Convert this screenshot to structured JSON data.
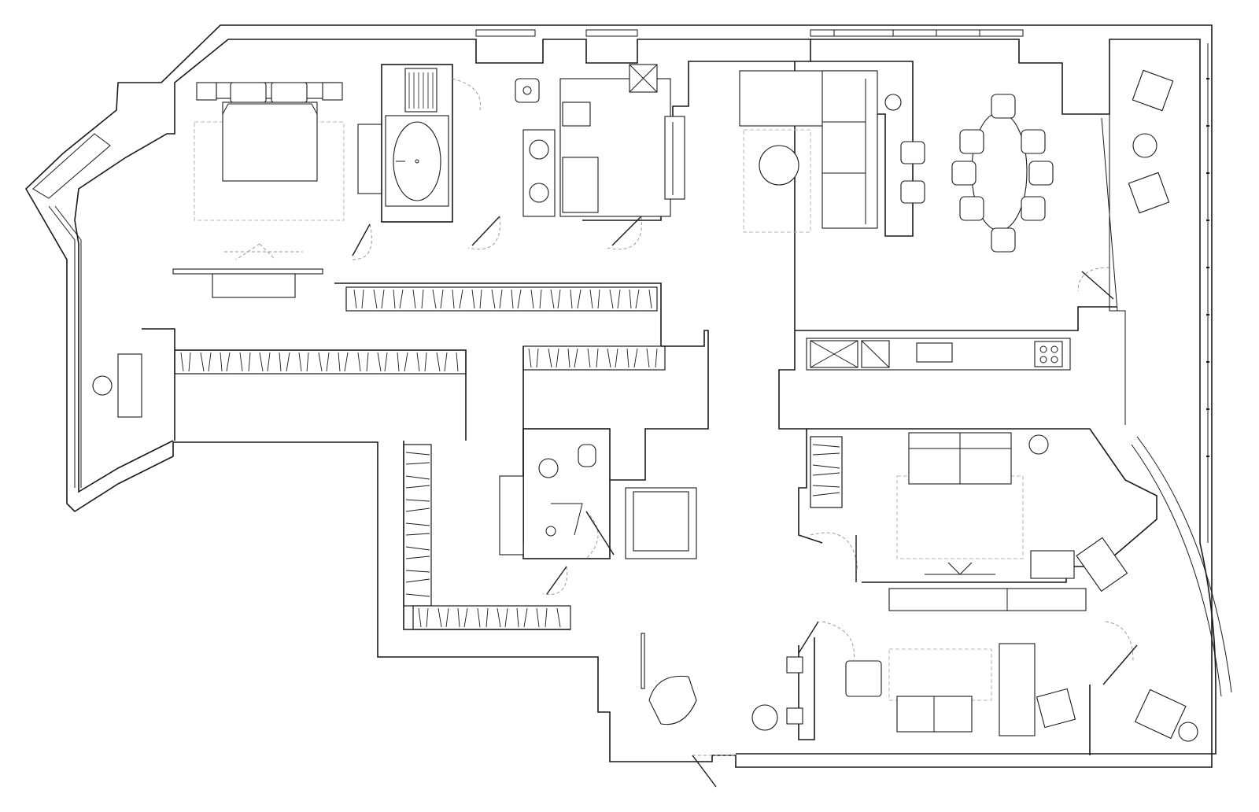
{
  "colors": {
    "line": "#1a1a1a",
    "dashed": "#9a9a9a",
    "background": "#ffffff"
  },
  "rooms": [
    {
      "name": "bedroom"
    },
    {
      "name": "master-bathroom"
    },
    {
      "name": "shower-toilet"
    },
    {
      "name": "wardrobe"
    },
    {
      "name": "living-area"
    },
    {
      "name": "dining-area"
    },
    {
      "name": "kitchen"
    },
    {
      "name": "hall"
    },
    {
      "name": "guest-bathroom"
    },
    {
      "name": "lounge"
    },
    {
      "name": "study"
    },
    {
      "name": "terrace"
    }
  ]
}
